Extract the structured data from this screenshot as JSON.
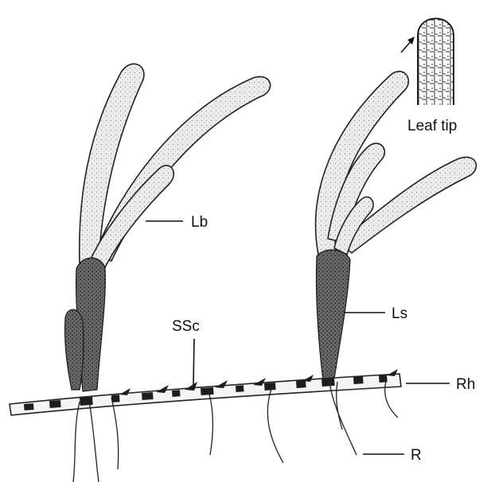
{
  "labels": {
    "leaf_tip": "Leaf tip",
    "lb": "Lb",
    "ssc": "SSc",
    "ls": "Ls",
    "rh": "Rh",
    "r": "R"
  },
  "colors": {
    "ink": "#111111",
    "leaf_fill": "#e9e9e9",
    "dark_fill": "#3a3a3a",
    "background": "#ffffff"
  }
}
